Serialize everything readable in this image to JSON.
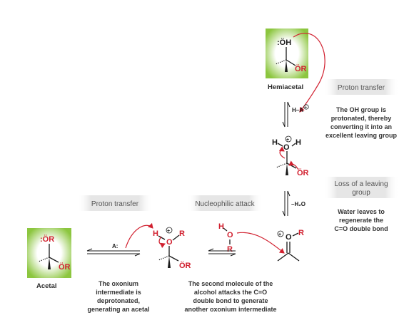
{
  "hemiacetal": {
    "oh": ":ÖH",
    "or": "ÖR",
    "name": "Hemiacetal"
  },
  "step1": {
    "label": "Proton transfer",
    "reagent": "H–A",
    "caption": [
      "The OH group is",
      "protonated, thereby",
      "converting it into an",
      "excellent leaving group"
    ]
  },
  "oxonium1": {
    "h_left": "H",
    "o": "O",
    "h_right": "H",
    "or": "ÖR"
  },
  "step2": {
    "label": [
      "Loss of a leaving",
      "group"
    ],
    "reagent": "–H₂O",
    "caption": [
      "Water leaves to",
      "regenerate the",
      "C=O double bond"
    ]
  },
  "oxocarbenium": {
    "o": "O",
    "r": "R"
  },
  "step3": {
    "label": "Nucleophilic attack",
    "alcohol_h": "H",
    "alcohol_o": "O",
    "alcohol_r": "R",
    "caption": [
      "The second molecule of the",
      "alcohol attacks the C=O",
      "double bond to generate",
      "another oxonium intermediate"
    ]
  },
  "oxonium2": {
    "h": "H",
    "r": "R",
    "o": "O",
    "or": "ÖR"
  },
  "step4": {
    "label": "Proton transfer",
    "base": "A:",
    "caption": [
      "The oxonium",
      "intermediate is",
      "deprotonated,",
      "generating an acetal"
    ]
  },
  "acetal": {
    "or_top": ":ÖR",
    "or_bottom": "ÖR",
    "name": "Acetal"
  },
  "colors": {
    "accent_red": "#d1202f",
    "highlight_green": "#8cc63f",
    "label_box_gray": "#e6e6e6"
  }
}
